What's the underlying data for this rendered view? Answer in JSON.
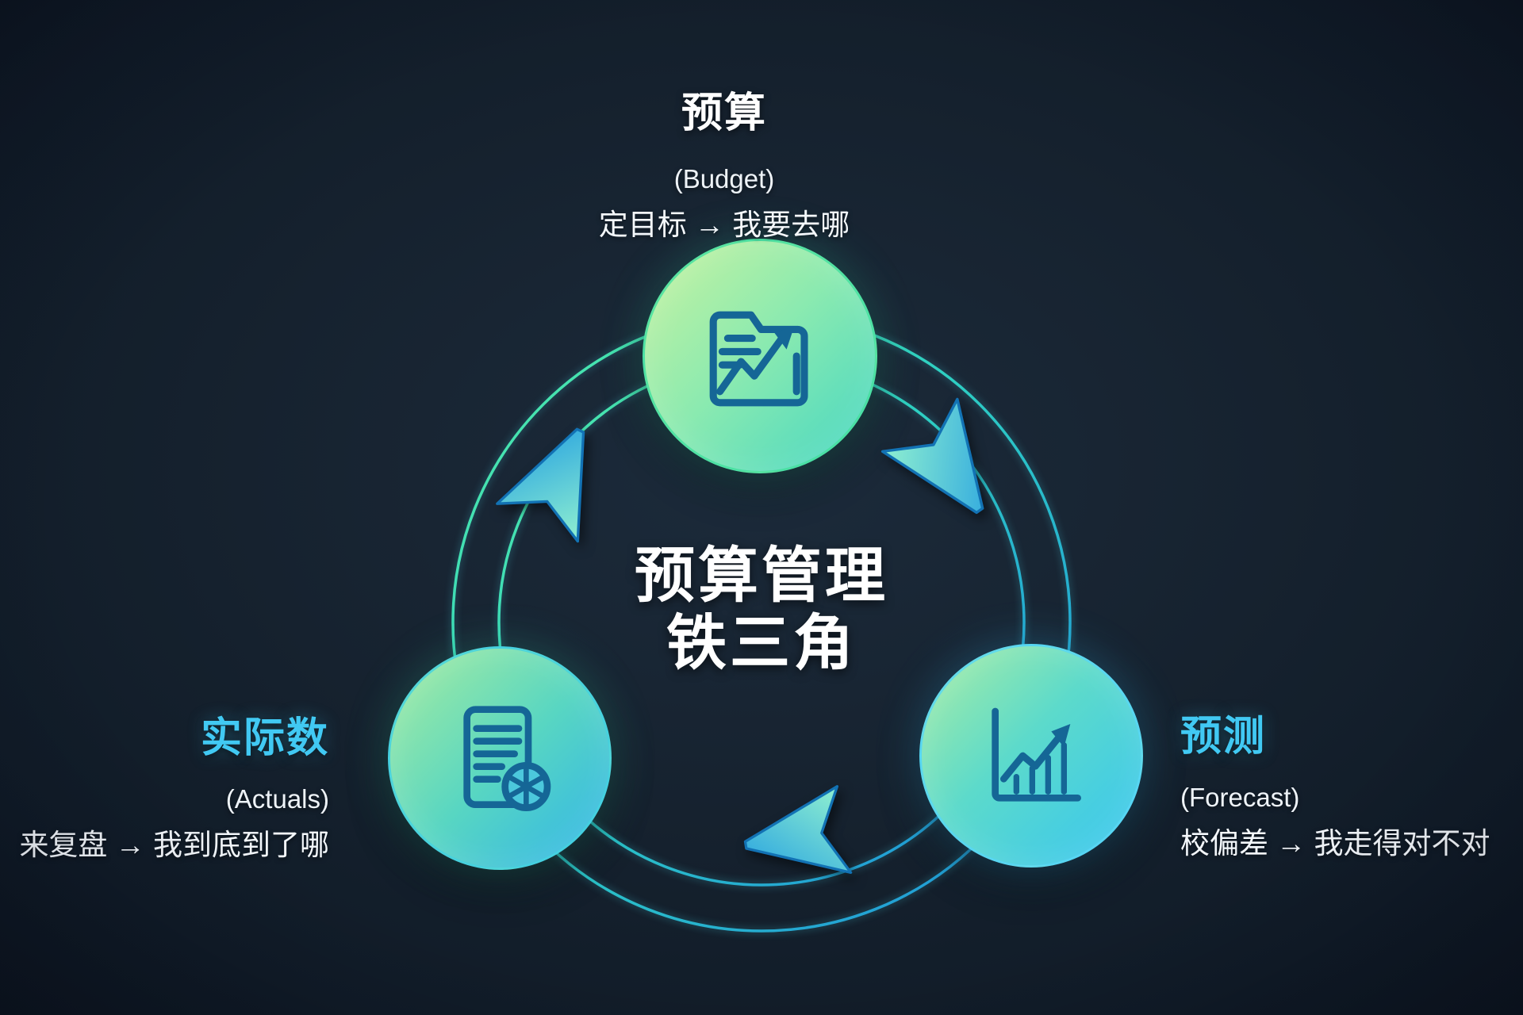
{
  "center": {
    "line1": "预算管理",
    "line2": "铁三角"
  },
  "nodes": {
    "budget": {
      "title": "预算",
      "subtitle": "(Budget)",
      "desc": "定目标 → 我要去哪",
      "icon": "folder-trend-chart-icon"
    },
    "actuals": {
      "title": "实际数",
      "subtitle": "(Actuals)",
      "desc": "来复盘 → 我到底到了哪",
      "icon": "report-document-wheel-icon"
    },
    "forecast": {
      "title": "预测",
      "subtitle": "(Forecast)",
      "desc": "校偏差 → 我走得对不对",
      "icon": "rising-bar-chart-icon"
    }
  },
  "colors": {
    "background": "#16222f",
    "ring_green": "#4deca7",
    "ring_blue": "#1e8fdc",
    "arrow_light": "#90f0d0",
    "arrow_deep": "#1f9ce2",
    "side_title_cyan": "#41c9f3",
    "icon_blue": "#156696",
    "text_white": "#f4f8fc"
  }
}
